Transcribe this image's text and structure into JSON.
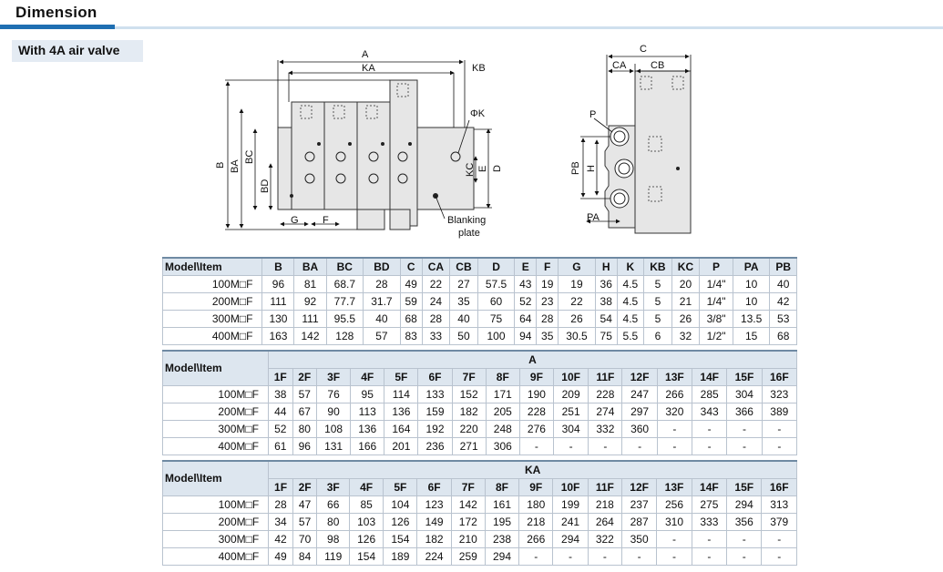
{
  "header": {
    "title": "Dimension"
  },
  "subtitle": "With 4A air valve",
  "drawing_labels": {
    "A": "A",
    "KA": "KA",
    "KB": "KB",
    "PHI_K": "ΦK",
    "B": "B",
    "BA": "BA",
    "BC": "BC",
    "BD": "BD",
    "KC": "KC",
    "E": "E",
    "D": "D",
    "G": "G",
    "F": "F",
    "blanking1": "Blanking",
    "blanking2": "plate",
    "C": "C",
    "CA": "CA",
    "CB": "CB",
    "P": "P",
    "PB": "PB",
    "H": "H",
    "PA": "PA"
  },
  "table1": {
    "model_header": "Model\\Item",
    "columns": [
      "B",
      "BA",
      "BC",
      "BD",
      "C",
      "CA",
      "CB",
      "D",
      "E",
      "F",
      "G",
      "H",
      "K",
      "KB",
      "KC",
      "P",
      "PA",
      "PB"
    ],
    "rows": [
      {
        "model": "100M□F",
        "values": [
          "96",
          "81",
          "68.7",
          "28",
          "49",
          "22",
          "27",
          "57.5",
          "43",
          "19",
          "19",
          "36",
          "4.5",
          "5",
          "20",
          "1/4\"",
          "10",
          "40"
        ]
      },
      {
        "model": "200M□F",
        "values": [
          "111",
          "92",
          "77.7",
          "31.7",
          "59",
          "24",
          "35",
          "60",
          "52",
          "23",
          "22",
          "38",
          "4.5",
          "5",
          "21",
          "1/4\"",
          "10",
          "42"
        ]
      },
      {
        "model": "300M□F",
        "values": [
          "130",
          "111",
          "95.5",
          "40",
          "68",
          "28",
          "40",
          "75",
          "64",
          "28",
          "26",
          "54",
          "4.5",
          "5",
          "26",
          "3/8\"",
          "13.5",
          "53"
        ]
      },
      {
        "model": "400M□F",
        "values": [
          "163",
          "142",
          "128",
          "57",
          "83",
          "33",
          "50",
          "100",
          "94",
          "35",
          "30.5",
          "75",
          "5.5",
          "6",
          "32",
          "1/2\"",
          "15",
          "68"
        ]
      }
    ]
  },
  "table2": {
    "model_header": "Model\\Item",
    "group": "A",
    "columns": [
      "1F",
      "2F",
      "3F",
      "4F",
      "5F",
      "6F",
      "7F",
      "8F",
      "9F",
      "10F",
      "11F",
      "12F",
      "13F",
      "14F",
      "15F",
      "16F"
    ],
    "rows": [
      {
        "model": "100M□F",
        "values": [
          "38",
          "57",
          "76",
          "95",
          "114",
          "133",
          "152",
          "171",
          "190",
          "209",
          "228",
          "247",
          "266",
          "285",
          "304",
          "323"
        ]
      },
      {
        "model": "200M□F",
        "values": [
          "44",
          "67",
          "90",
          "113",
          "136",
          "159",
          "182",
          "205",
          "228",
          "251",
          "274",
          "297",
          "320",
          "343",
          "366",
          "389"
        ]
      },
      {
        "model": "300M□F",
        "values": [
          "52",
          "80",
          "108",
          "136",
          "164",
          "192",
          "220",
          "248",
          "276",
          "304",
          "332",
          "360",
          "-",
          "-",
          "-",
          "-"
        ]
      },
      {
        "model": "400M□F",
        "values": [
          "61",
          "96",
          "131",
          "166",
          "201",
          "236",
          "271",
          "306",
          "-",
          "-",
          "-",
          "-",
          "-",
          "-",
          "-",
          "-"
        ]
      }
    ]
  },
  "table3": {
    "model_header": "Model\\Item",
    "group": "KA",
    "columns": [
      "1F",
      "2F",
      "3F",
      "4F",
      "5F",
      "6F",
      "7F",
      "8F",
      "9F",
      "10F",
      "11F",
      "12F",
      "13F",
      "14F",
      "15F",
      "16F"
    ],
    "rows": [
      {
        "model": "100M□F",
        "values": [
          "28",
          "47",
          "66",
          "85",
          "104",
          "123",
          "142",
          "161",
          "180",
          "199",
          "218",
          "237",
          "256",
          "275",
          "294",
          "313"
        ]
      },
      {
        "model": "200M□F",
        "values": [
          "34",
          "57",
          "80",
          "103",
          "126",
          "149",
          "172",
          "195",
          "218",
          "241",
          "264",
          "287",
          "310",
          "333",
          "356",
          "379"
        ]
      },
      {
        "model": "300M□F",
        "values": [
          "42",
          "70",
          "98",
          "126",
          "154",
          "182",
          "210",
          "238",
          "266",
          "294",
          "322",
          "350",
          "-",
          "-",
          "-",
          "-"
        ]
      },
      {
        "model": "400M□F",
        "values": [
          "49",
          "84",
          "119",
          "154",
          "189",
          "224",
          "259",
          "294",
          "-",
          "-",
          "-",
          "-",
          "-",
          "-",
          "-",
          "-"
        ]
      }
    ]
  }
}
